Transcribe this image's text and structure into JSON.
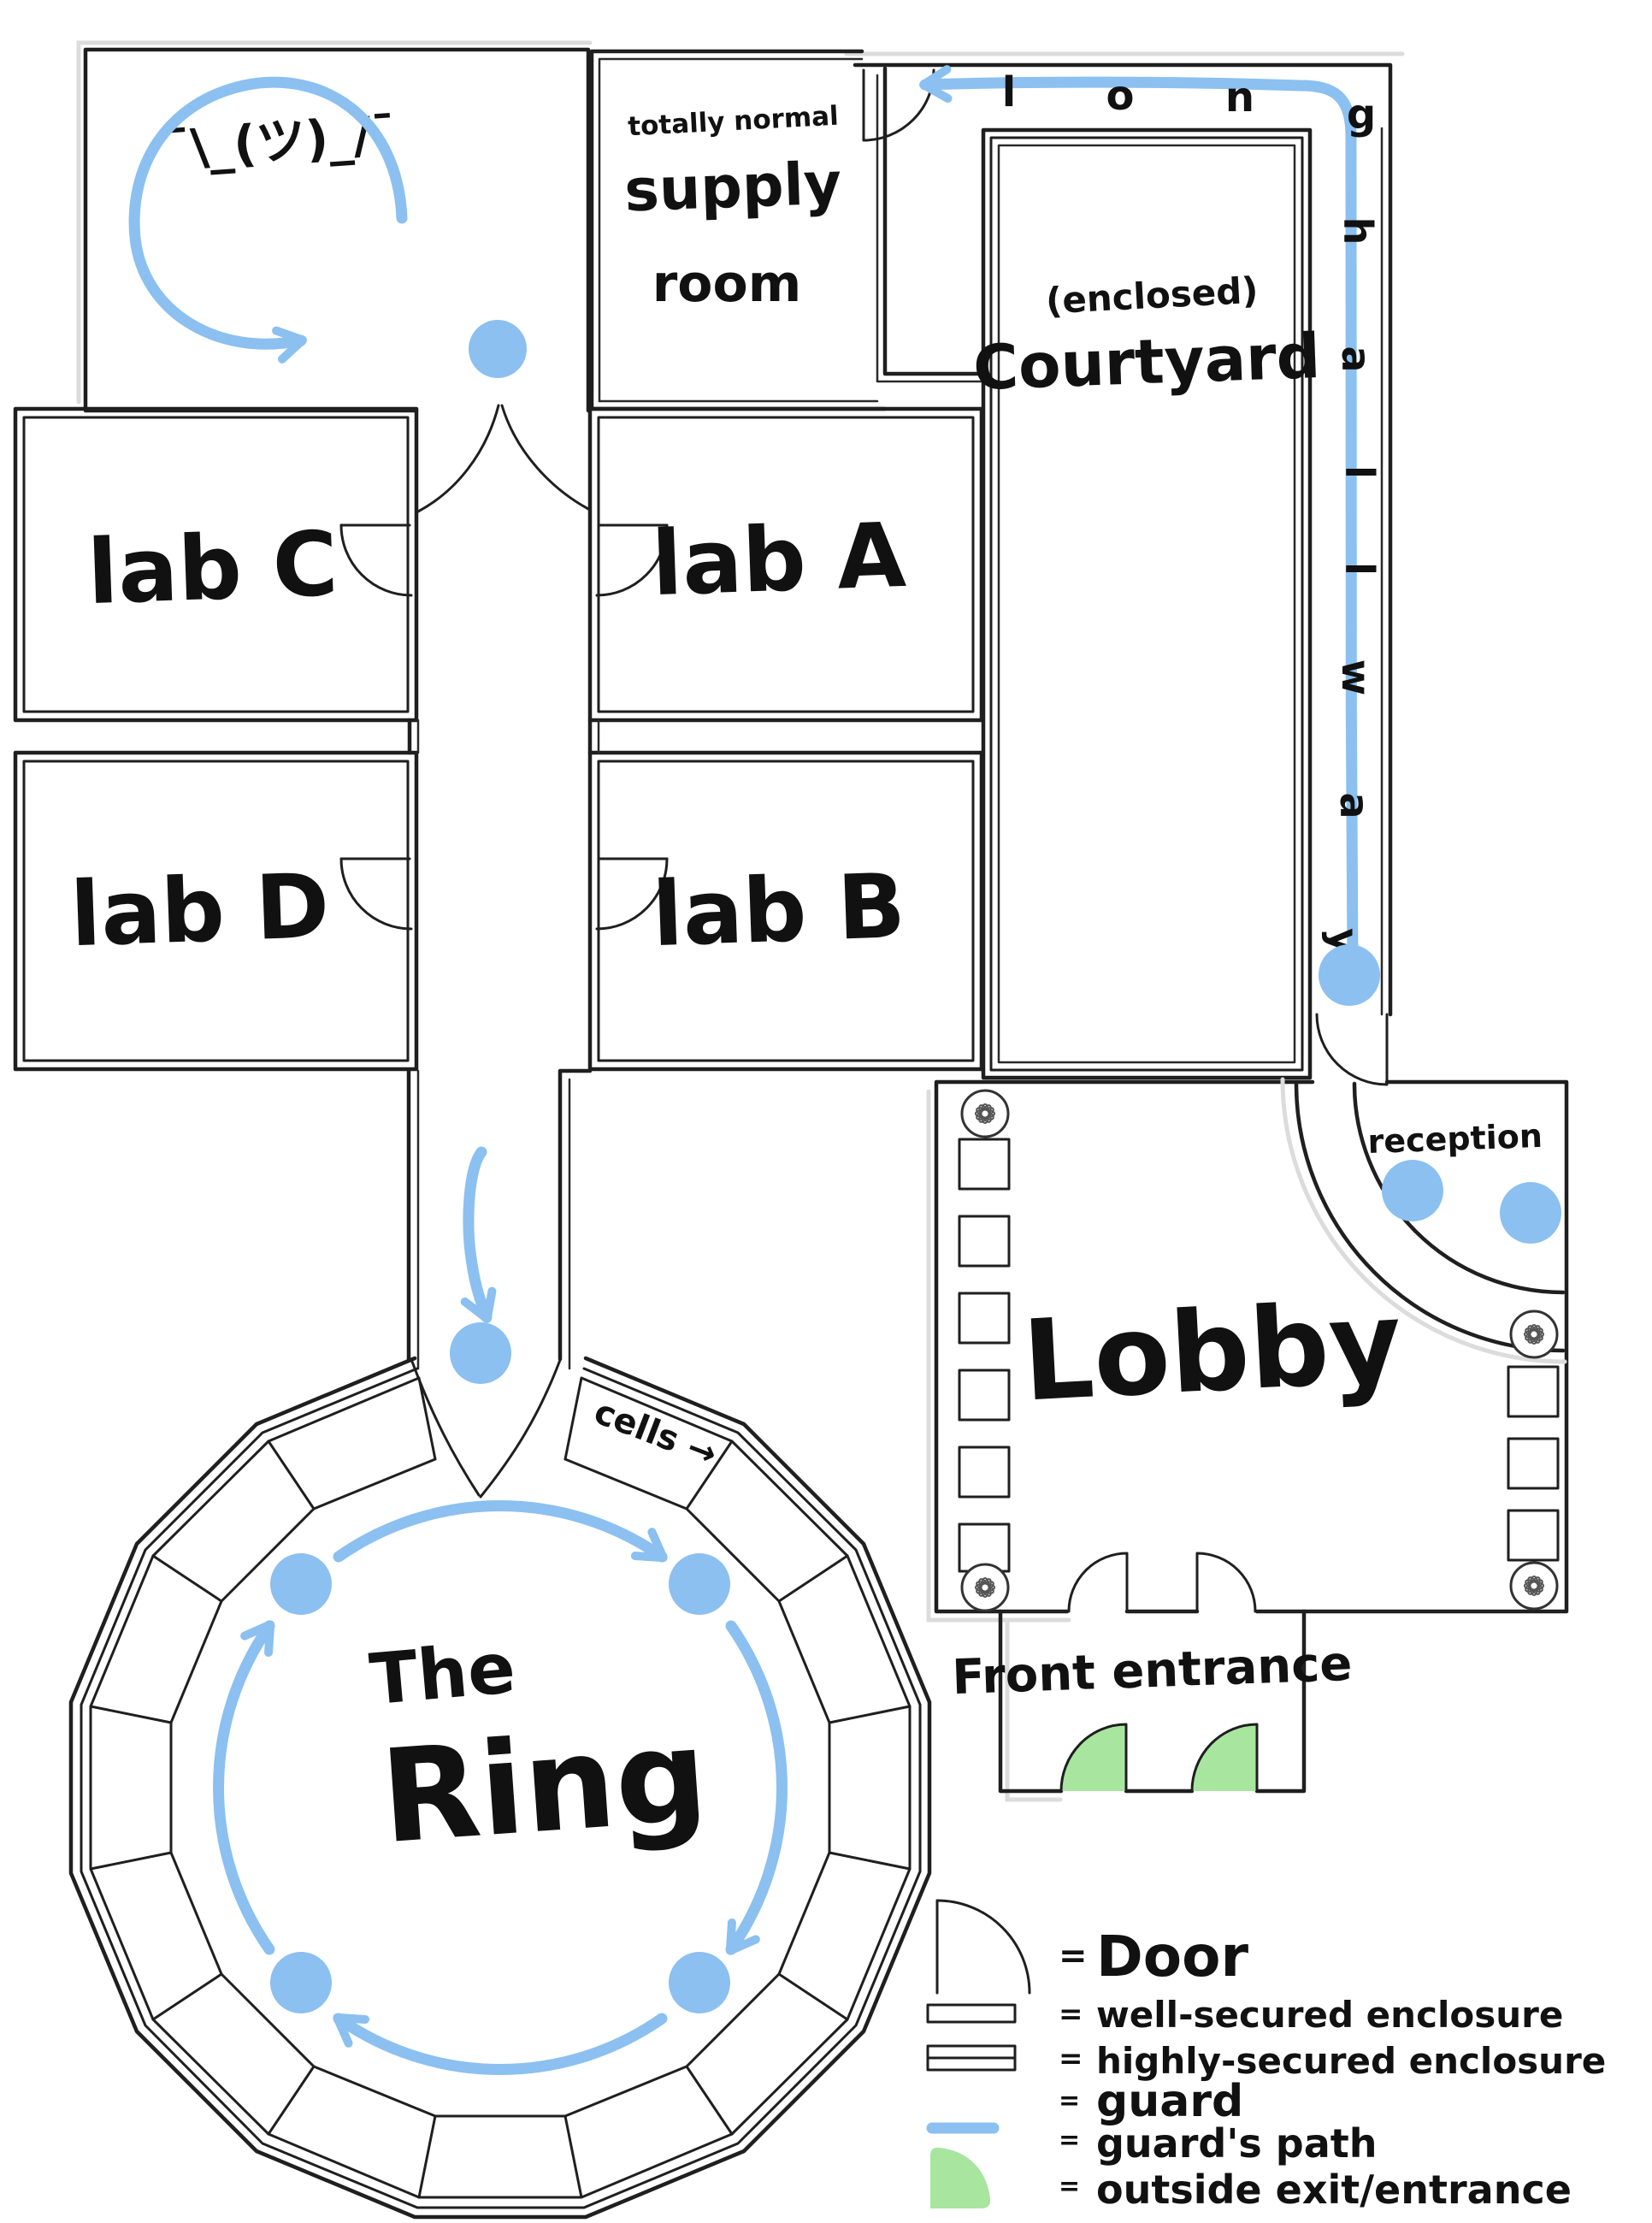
{
  "colors": {
    "guard_blue": "#8BC0F0",
    "exit_green": "#A8E6A0",
    "wall": "#1f1f1f"
  },
  "rooms": {
    "loop_room": {
      "emoticon": "¯\\_(ツ)_/¯"
    },
    "supply": {
      "note": "totally normal",
      "name_line1": "supply",
      "name_line2": "room"
    },
    "courtyard": {
      "note": "(enclosed)",
      "name": "Courtyard"
    },
    "hallway": {
      "long": [
        "l",
        "o",
        "n",
        "g"
      ],
      "hallway": [
        "h",
        "a",
        "l",
        "l",
        "w",
        "a",
        "y"
      ]
    },
    "labs": {
      "c": "lab C",
      "a": "lab A",
      "d": "lab D",
      "b": "lab B"
    },
    "ring": {
      "title_line1": "The",
      "title_line2": "Ring",
      "cells_label": "cells →"
    },
    "lobby": {
      "name": "Lobby",
      "reception": "reception"
    },
    "front_entrance": {
      "name": "Front entrance"
    }
  },
  "legend": {
    "equals": "=",
    "items": [
      {
        "symbol": "door-arc",
        "label": "Door"
      },
      {
        "symbol": "double-wall",
        "label": "well-secured enclosure"
      },
      {
        "symbol": "triple-wall",
        "label": "highly-secured enclosure"
      },
      {
        "symbol": "guard-dot",
        "label": "guard"
      },
      {
        "symbol": "path-line",
        "label": "guard's path"
      },
      {
        "symbol": "green-quarter",
        "label": "outside exit/entrance"
      }
    ]
  }
}
